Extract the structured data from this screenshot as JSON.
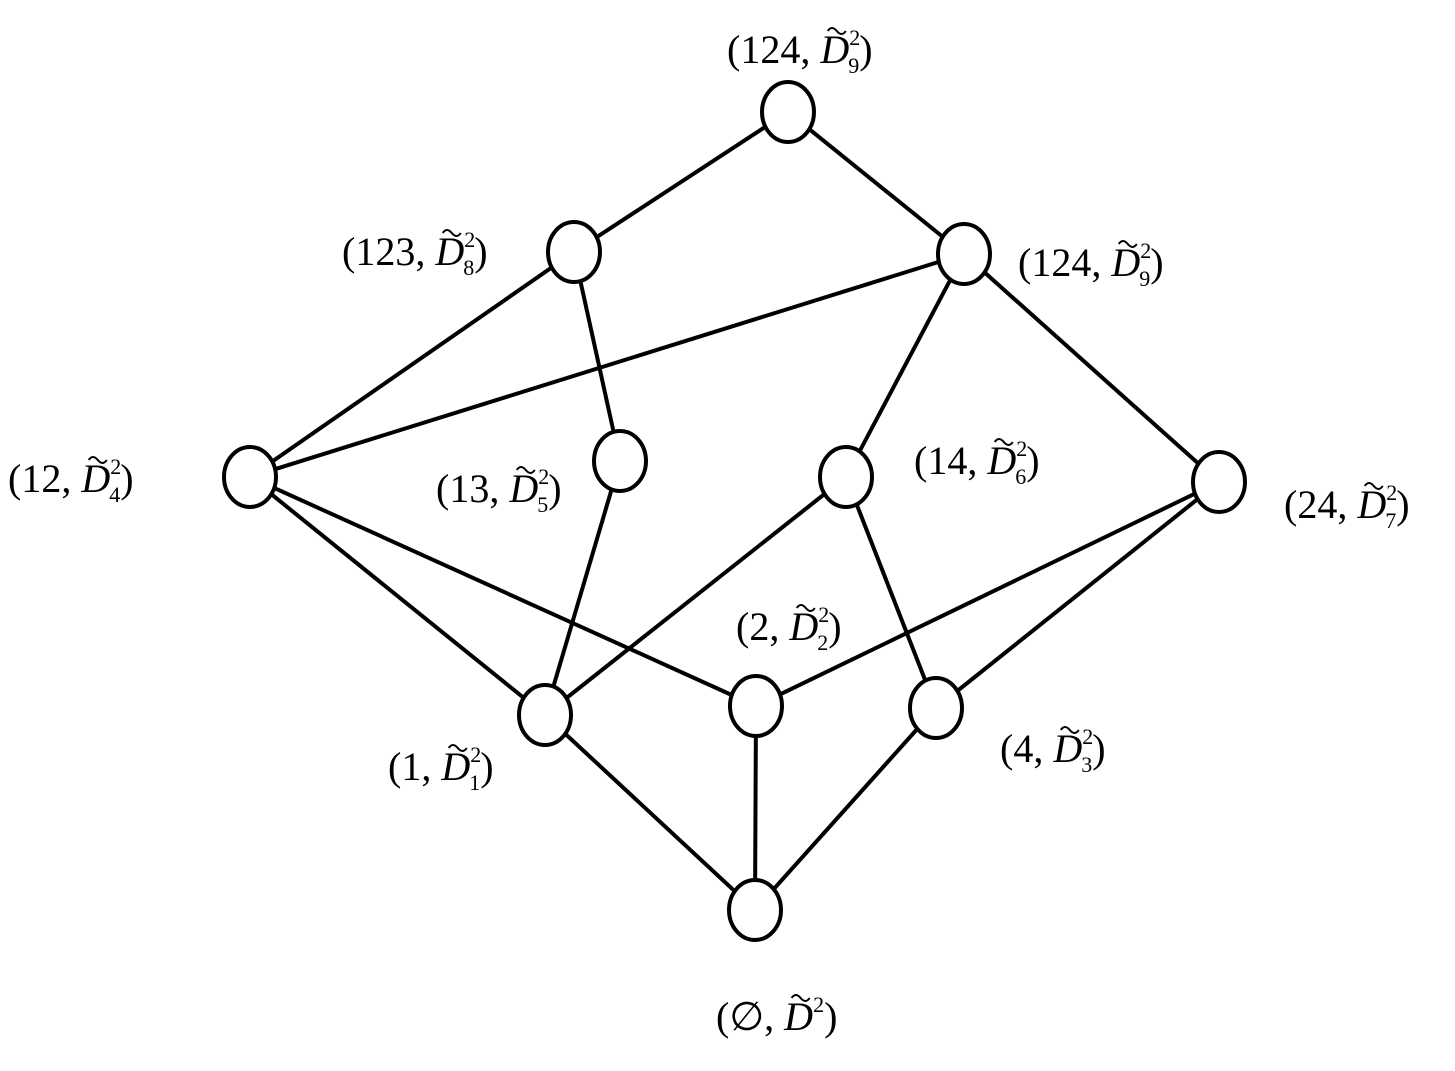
{
  "nodes": [
    {
      "id": "top",
      "open": "(124, ",
      "letter": "D",
      "sub": "9",
      "sup": "2",
      "close": ")"
    },
    {
      "id": "n123",
      "open": "(123, ",
      "letter": "D",
      "sub": "8",
      "sup": "2",
      "close": ")"
    },
    {
      "id": "n124",
      "open": "(124, ",
      "letter": "D",
      "sub": "9",
      "sup": "2",
      "close": ")"
    },
    {
      "id": "n12",
      "open": "(12, ",
      "letter": "D",
      "sub": "4",
      "sup": "2",
      "close": ")"
    },
    {
      "id": "n13",
      "open": "(13, ",
      "letter": "D",
      "sub": "5",
      "sup": "2",
      "close": ")"
    },
    {
      "id": "n14",
      "open": "(14, ",
      "letter": "D",
      "sub": "6",
      "sup": "2",
      "close": ")"
    },
    {
      "id": "n24",
      "open": "(24, ",
      "letter": "D",
      "sub": "7",
      "sup": "2",
      "close": ")"
    },
    {
      "id": "n2",
      "open": "(2, ",
      "letter": "D",
      "sub": "2",
      "sup": "2",
      "close": ")"
    },
    {
      "id": "n1",
      "open": "(1, ",
      "letter": "D",
      "sub": "1",
      "sup": "2",
      "close": ")"
    },
    {
      "id": "n4",
      "open": "(4, ",
      "letter": "D",
      "sub": "3",
      "sup": "2",
      "close": ")"
    },
    {
      "id": "bot",
      "open": "(∅, ",
      "letter": "D",
      "sub": "",
      "sup": "2",
      "close": ")"
    }
  ],
  "edges": [
    [
      "top",
      "n123"
    ],
    [
      "top",
      "n124"
    ],
    [
      "n123",
      "n12"
    ],
    [
      "n123",
      "n13"
    ],
    [
      "n124",
      "n12"
    ],
    [
      "n124",
      "n14"
    ],
    [
      "n124",
      "n24"
    ],
    [
      "n12",
      "n1"
    ],
    [
      "n12",
      "n2"
    ],
    [
      "n13",
      "n1"
    ],
    [
      "n14",
      "n1"
    ],
    [
      "n14",
      "n4"
    ],
    [
      "n24",
      "n2"
    ],
    [
      "n24",
      "n4"
    ],
    [
      "n1",
      "bot"
    ],
    [
      "n2",
      "bot"
    ],
    [
      "n4",
      "bot"
    ]
  ]
}
